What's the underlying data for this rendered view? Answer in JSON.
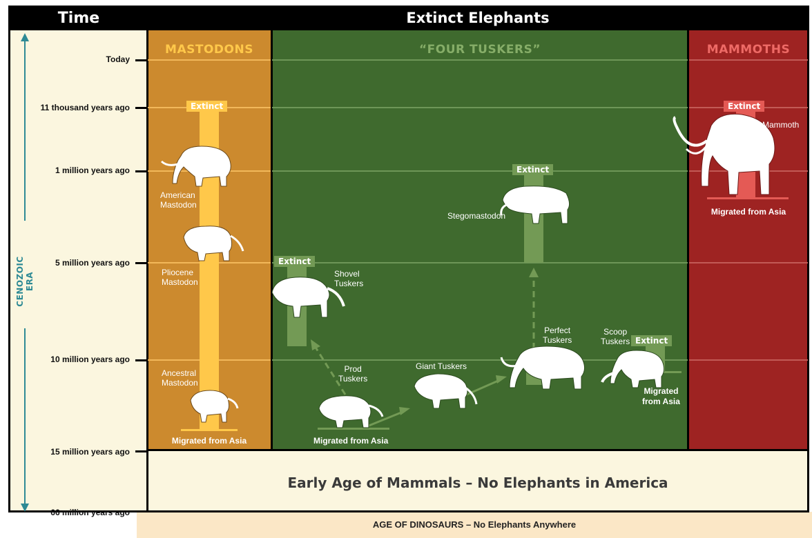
{
  "header": {
    "time_title": "Time",
    "main_title": "Extinct Elephants"
  },
  "era_label": "CENOZOIC ERA",
  "time_ticks": [
    "Today",
    "11 thousand years ago",
    "1 million years ago",
    "5 million years ago",
    "10 million years ago",
    "15 million years ago",
    "66 million years ago"
  ],
  "groups": {
    "mastodons": "MASTODONS",
    "four_tuskers": "“FOUR TUSKERS”",
    "mammoths": "MAMMOTHS"
  },
  "extinct_label": "Extinct",
  "migrated_label": "Migrated from Asia",
  "migrated_split": [
    "Migrated",
    "from Asia"
  ],
  "species": {
    "american_mastodon": [
      "American",
      "Mastodon"
    ],
    "pliocene_mastodon": [
      "Pliocene",
      "Mastodon"
    ],
    "ancestral_mastodon": [
      "Ancestral",
      "Mastodon"
    ],
    "shovel_tuskers": [
      "Shovel",
      "Tuskers"
    ],
    "prod_tuskers": [
      "Prod",
      "Tuskers"
    ],
    "giant_tuskers": "Giant Tuskers",
    "perfect_tuskers": [
      "Perfect",
      "Tuskers"
    ],
    "scoop_tuskers": [
      "Scoop",
      "Tuskers"
    ],
    "stegomastodon": "Stegomastodon",
    "mammoth": "Mammoth"
  },
  "early_age": "Early Age of Mammals – No Elephants in America",
  "dinosaurs": "AGE OF DINOSAURS – No Elephants Anywhere",
  "colors": {
    "mastodon": "#cc8a2e",
    "four_tuskers": "#3f6a2e",
    "mammoth": "#9e2322",
    "cream": "#fbf6df",
    "mastodon_bar": "#ffc84a",
    "tusker_bar": "#739a55",
    "mammoth_bar": "#e45a55",
    "arrow": "#2e8a95"
  },
  "icons": [
    "elephant-silhouette",
    "timeline-arrow"
  ]
}
